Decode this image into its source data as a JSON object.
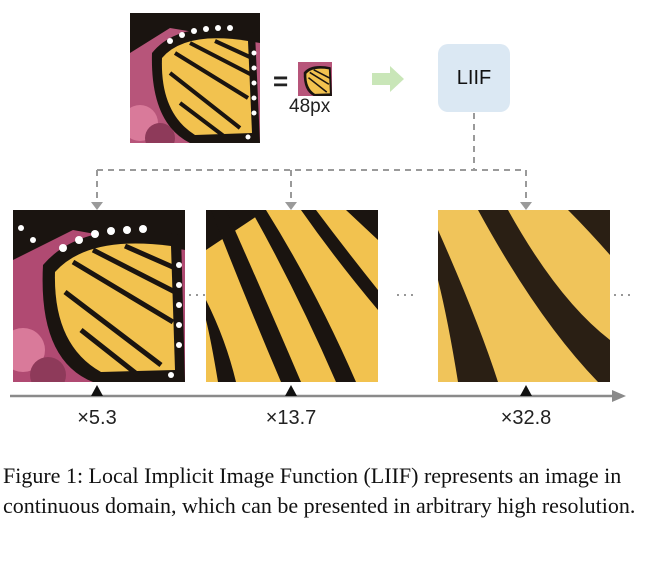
{
  "figure": {
    "equals_sign": "=",
    "input_size_label": "48px",
    "model_label": "LIIF",
    "ellipsis": "···",
    "scales": [
      "×5.3",
      "×13.7",
      "×32.8"
    ],
    "caption": "Figure 1: Local Implicit Image Function (LIIF) represents an image in continuous domain, which can be presented in arbitrary high resolution."
  },
  "colors": {
    "wing_yellow": "#f2c24f",
    "vein_black": "#1a1410",
    "flower_pink": "#c8557a",
    "node_fill": "#dbe8f3",
    "arrow_green": "#c9e6b8",
    "connector_gray": "#9a9a9a"
  }
}
